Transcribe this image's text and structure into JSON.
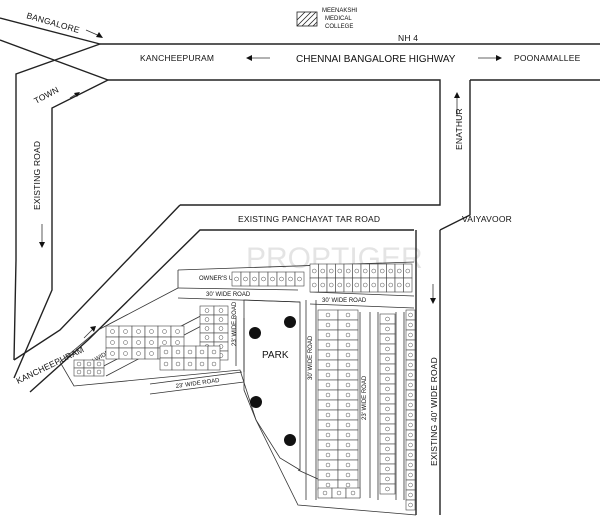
{
  "labels": {
    "bangalore_top": "BANGALORE",
    "landmark": "MEENAKSHI\nMEDICAL\nCOLLEGE",
    "nh4": "NH 4",
    "highway": "CHENNAI BANGALORE HIGHWAY",
    "kancheepuram_top": "KANCHEEPURAM",
    "poonamallee": "POONAMALLEE",
    "town": "TOWN",
    "existing_road_left": "EXISTING ROAD",
    "enathur": "ENATHUR",
    "panchayat_road": "EXISTING PANCHAYAT TAR ROAD",
    "vaiyavoor": "VAIYAVOOR",
    "kancheepuram_bottom": "KANCHEEPURAM",
    "park": "PARK",
    "owners_use": "OWNER'S USE",
    "road_30_top": "30' WIDE ROAD",
    "road_30_top_right": "30' WIDE ROAD",
    "road_30_left": "30' WIDE ROAD",
    "road_23_left": "23' WIDE ROAD",
    "road_23_bottom": "23' WIDE ROAD",
    "road_30_vertical": "30' WIDE ROAD",
    "road_23_vertical": "23' WIDE ROAD",
    "existing_40": "EXISTING 40' WIDE ROAD",
    "watermark": "PROPTIGER"
  }
}
